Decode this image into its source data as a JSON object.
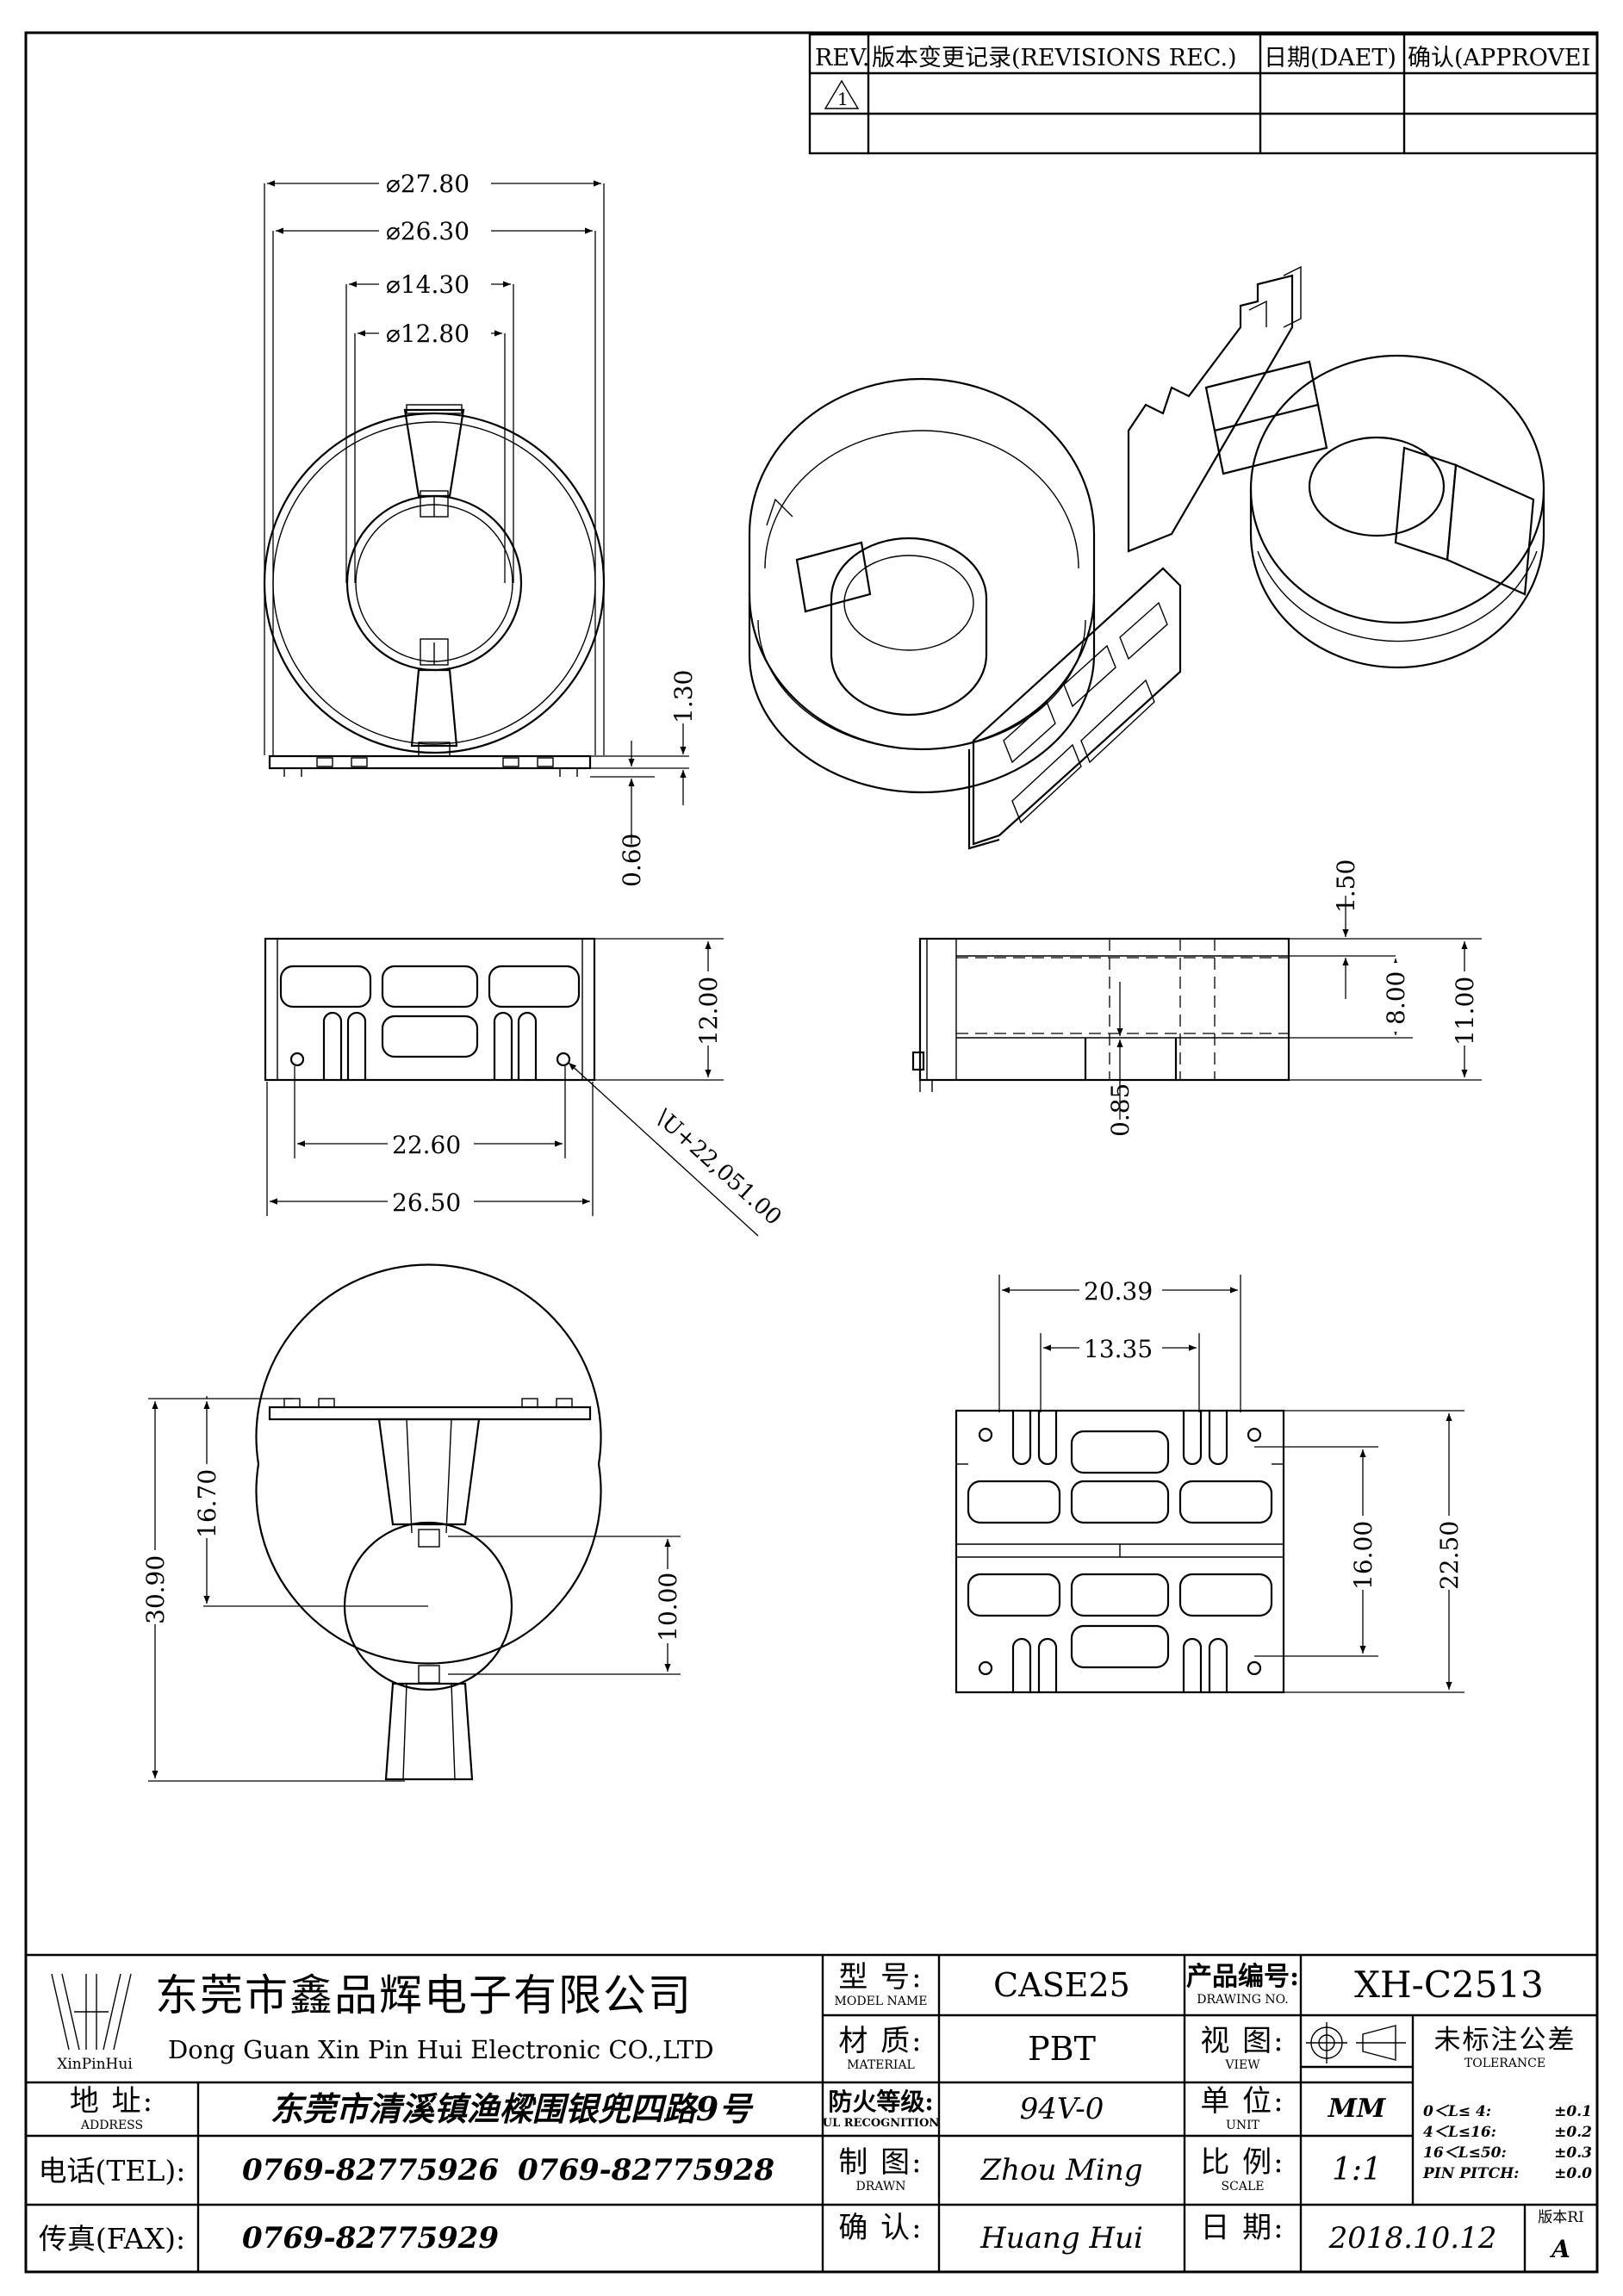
{
  "revision_block": {
    "rev": "REV.",
    "record": "版本变更记录(REVISIONS REC.)",
    "date": "日期(DAET)",
    "approve": "确认(APPROVEI",
    "rev_symbol": "1"
  },
  "dimensions": {
    "d1": "⌀27.80",
    "d2": "⌀26.30",
    "d3": "⌀14.30",
    "d4": "⌀12.80",
    "t1": "1.30",
    "t2": "0.60",
    "h12": "12.00",
    "w22": "22.60",
    "w26": "26.50",
    "pin_note": "\\U+22,051.00",
    "s150": "1.50",
    "s800": "8.00",
    "s1100": "11.00",
    "s085": "0.85",
    "b2039": "20.39",
    "b1335": "13.35",
    "b1600": "16.00",
    "b2250": "22.50",
    "f3090": "30.90",
    "f1670": "16.70",
    "f1000": "10.00"
  },
  "title_block": {
    "logo_caption": "XinPinHui",
    "company_cn": "东莞市鑫品辉电子有限公司",
    "company_en": "Dong Guan Xin Pin Hui Electronic CO.,LTD",
    "address_label": "地 址:",
    "address_label_en": "ADDRESS",
    "address": "东莞市清溪镇渔樑围银兜四路9号",
    "tel_label": "电话(TEL):",
    "tel1": "0769-82775926",
    "tel2": "0769-82775928",
    "fax_label": "传真(FAX):",
    "fax": "0769-82775929",
    "model_label": "型 号:",
    "model_label_en": "MODEL NAME",
    "model": "CASE25",
    "material_label": "材 质:",
    "material_label_en": "MATERIAL",
    "material": "PBT",
    "ul_label": "防火等级:",
    "ul_label_en": "UL RECOGNITION",
    "ul": "94V-0",
    "drawn_label": "制 图:",
    "drawn_label_en": "DRAWN",
    "drawn": "Zhou Ming",
    "check_label": "确 认:",
    "check": "Huang Hui",
    "drawing_no_label": "产品编号:",
    "drawing_no_label_en": "DRAWING NO.",
    "drawing_no": "XH-C2513",
    "view_label": "视 图:",
    "view_label_en": "VIEW",
    "unit_label": "单 位:",
    "unit_label_en": "UNIT",
    "unit": "MM",
    "scale_label": "比 例:",
    "scale_label_en": "SCALE",
    "scale": "1:1",
    "date_label": "日 期:",
    "date": "2018.10.12",
    "tolerance_title": "未标注公差",
    "tolerance_title_en": "TOLERANCE",
    "tolerance_rows": [
      {
        "range": "0＜L≤ 4:",
        "value": "±0.1"
      },
      {
        "range": "4＜L≤16:",
        "value": "±0.2"
      },
      {
        "range": "16＜L≤50:",
        "value": "±0.3"
      },
      {
        "range": "PIN PITCH:",
        "value": "±0.0"
      }
    ],
    "version_label": "版本RI",
    "version": "A"
  }
}
